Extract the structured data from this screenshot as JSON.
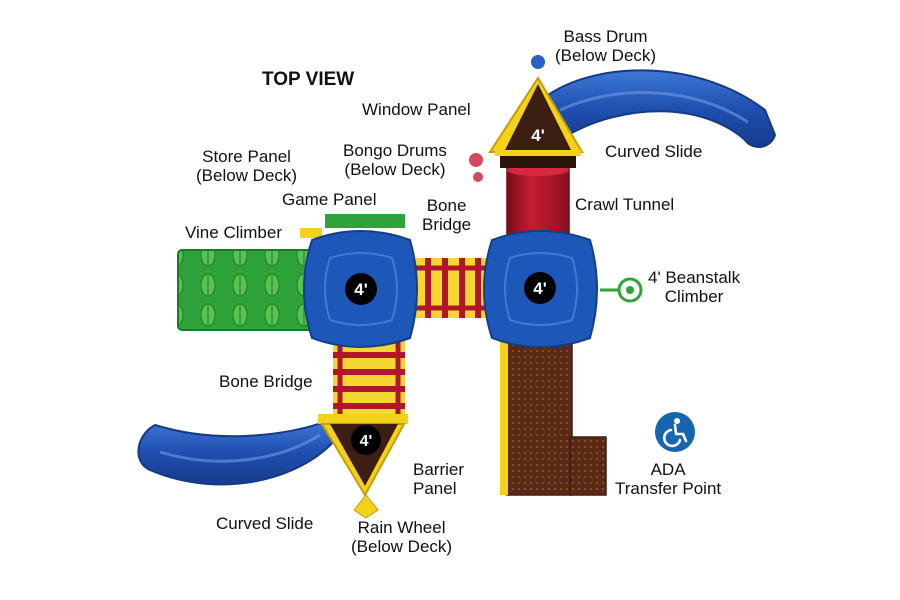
{
  "title": "TOP VIEW",
  "labels": {
    "bass_drum": [
      "Bass Drum",
      "(Below Deck)"
    ],
    "window_panel": [
      "Window Panel"
    ],
    "bongo_drums": [
      "Bongo Drums",
      "(Below Deck)"
    ],
    "store_panel": [
      "Store Panel",
      "(Below Deck)"
    ],
    "curved_slide_top": [
      "Curved Slide"
    ],
    "game_panel": [
      "Game Panel"
    ],
    "bone_bridge_top": [
      "Bone",
      "Bridge"
    ],
    "crawl_tunnel": [
      "Crawl Tunnel"
    ],
    "vine_climber": [
      "Vine Climber"
    ],
    "beanstalk_climber": [
      "4' Beanstalk",
      "Climber"
    ],
    "bone_bridge_bottom": [
      "Bone Bridge"
    ],
    "barrier_panel": [
      "Barrier",
      "Panel"
    ],
    "ada_transfer": [
      "ADA",
      "Transfer Point"
    ],
    "curved_slide_bottom": [
      "Curved Slide"
    ],
    "rain_wheel": [
      "Rain Wheel",
      "(Below Deck)"
    ]
  },
  "deck_heights": {
    "roof_top": "4'",
    "deck_left": "4'",
    "deck_right": "4'",
    "roof_bottom": "4'"
  },
  "colors": {
    "deck_blue": "#1d58b8",
    "slide_blue": "#1f4fb0",
    "roof_brown": "#3d1e12",
    "accent_yellow": "#f5d21a",
    "tunnel_red": "#b0152b",
    "vine_green": "#2ea33a",
    "ada_blue": "#1565b0"
  },
  "icons": [
    "ada-wheelchair-icon",
    "bass-drum-icon",
    "bongo-drums-icon",
    "rain-wheel-icon",
    "beanstalk-climber-icon"
  ]
}
